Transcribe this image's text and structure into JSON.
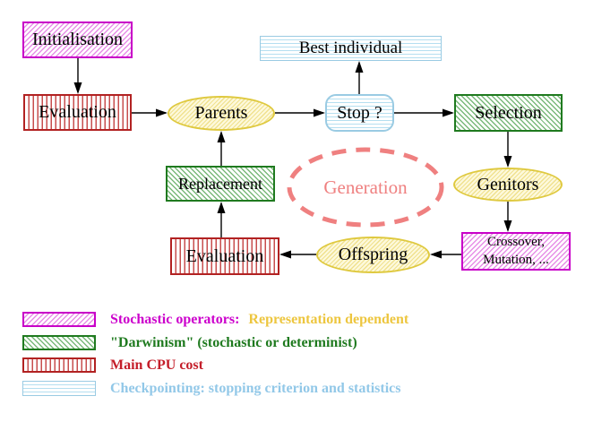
{
  "nodes": {
    "initialisation": "Initialisation",
    "evaluation_top": "Evaluation",
    "parents": "Parents",
    "best_individual": "Best individual",
    "stop": "Stop ?",
    "selection": "Selection",
    "genitors": "Genitors",
    "crossover_line1": "Crossover,",
    "crossover_line2": "Mutation, ...",
    "offspring": "Offspring",
    "evaluation_bottom": "Evaluation",
    "replacement": "Replacement",
    "generation": "Generation"
  },
  "legend": {
    "stochastic_label": "Stochastic operators:",
    "representation_label": "Representation dependent",
    "darwinism_label": "\"Darwinism\" (stochastic or determinist)",
    "cpu_label": "Main CPU cost",
    "checkpointing_label": "Checkpointing: stopping criterion and statistics"
  },
  "colors": {
    "magenta_border": "#cc00cc",
    "green_border": "#1f7a1f",
    "red_border": "#b22222",
    "light_blue_border": "#9acbe3",
    "yellow_border": "#dfc93f",
    "salmon_dashed": "#ef8080",
    "legend_gold_text": "#edc63f",
    "legend_red_text": "#c41e2a",
    "legend_blue_text": "#92c8e8",
    "arrow": "#000000"
  }
}
